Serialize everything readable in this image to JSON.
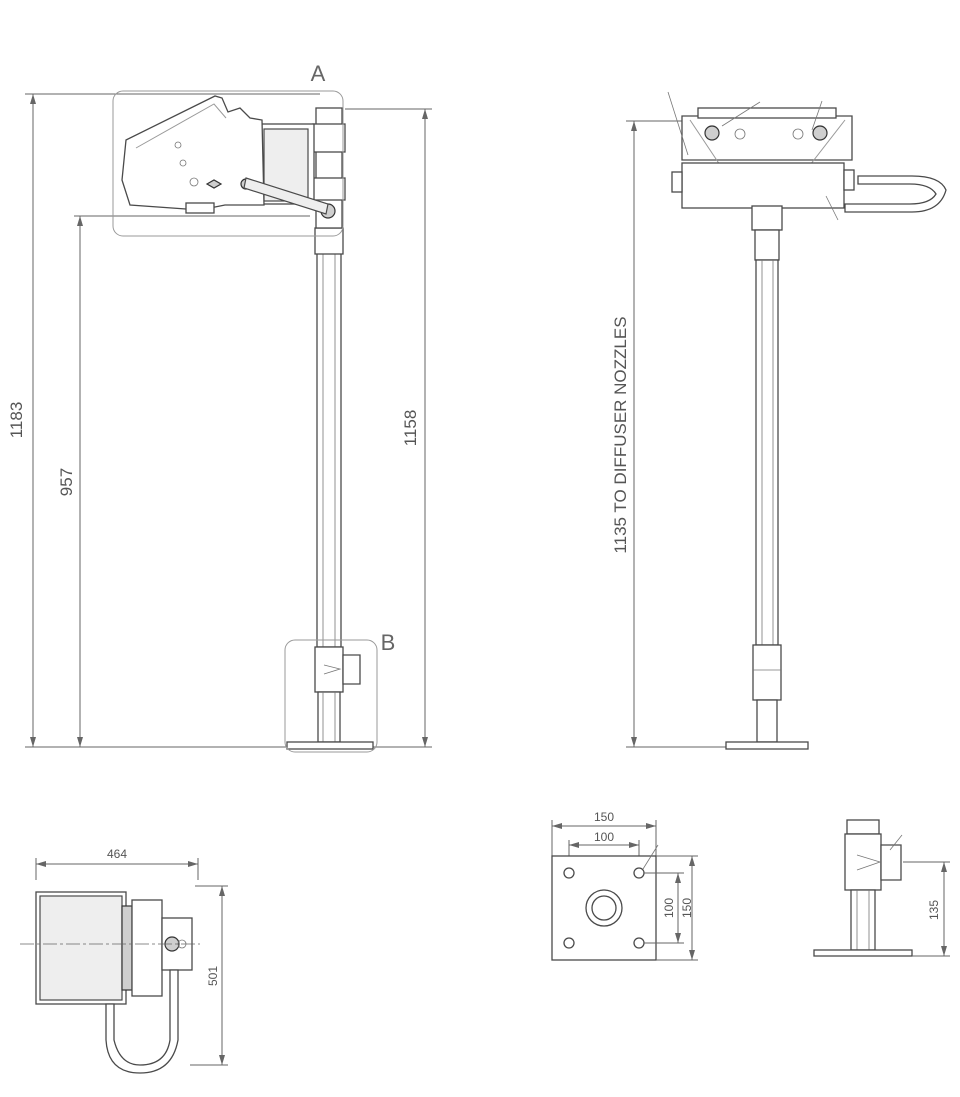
{
  "labels": {
    "detail_a": "A",
    "detail_b": "B"
  },
  "dimensions": {
    "overall_height": "1183",
    "base_to_handle": "957",
    "pipe_height": "1158",
    "diffuser_height": "1135 TO DIFFUSER NOZZLES",
    "plan_width": "464",
    "plan_depth": "501",
    "plate_outer": "150",
    "plate_holes": "100",
    "plate_holes_v": "100",
    "plate_outer_v": "150",
    "inlet_height": "135"
  },
  "colors": {
    "line": "#4a4a4a",
    "dimension": "#666666",
    "detail_box": "#9a9a9a"
  }
}
